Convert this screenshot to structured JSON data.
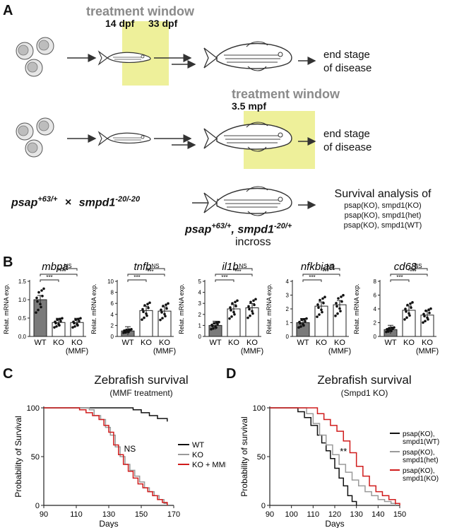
{
  "panelA": {
    "letter": "A",
    "row1": {
      "window_title": "treatment window",
      "start": "14 dpf",
      "end": "33 dpf",
      "outcome_l1": "end stage",
      "outcome_l2": "of disease"
    },
    "row2": {
      "window_title": "treatment window",
      "start": "3.5 mpf",
      "outcome_l1": "end stage",
      "outcome_l2": "of disease"
    },
    "row3": {
      "parent1": "psap",
      "parent1_sup": "+63/+",
      "cross": "×",
      "parent2": "smpd1",
      "parent2_sup": "-20/-20",
      "offspring": "psap",
      "offspring_sup": "+63/+",
      "offspring2": ", smpd1",
      "offspring2_sup": "-20/+",
      "incross": "incross",
      "survival_title": "Survival analysis of",
      "survival_items": [
        "psap(KO), smpd1(KO)",
        "psap(KO), smpd1(het)",
        "psap(KO), smpd1(WT)"
      ]
    }
  },
  "panelB": {
    "letter": "B",
    "ylabel": "Relat. mRNA exp.",
    "sig_sig": "***",
    "sig_ns": "NS",
    "categories": [
      "WT",
      "KO",
      "KO"
    ],
    "mmf_label": "(MMF)",
    "genes": [
      {
        "name": "mbpa",
        "yticks": [
          "0.0",
          "0.5",
          "1.0",
          "1.5"
        ],
        "ymax": 1.5,
        "values": [
          1.0,
          0.38,
          0.38
        ]
      },
      {
        "name": "tnfb",
        "yticks": [
          "0",
          "2",
          "4",
          "6",
          "8",
          "10"
        ],
        "ymax": 10,
        "values": [
          1.0,
          4.7,
          4.6
        ]
      },
      {
        "name": "il1b",
        "yticks": [
          "0",
          "1",
          "2",
          "3",
          "4",
          "5"
        ],
        "ymax": 5,
        "values": [
          1.0,
          2.5,
          2.6
        ]
      },
      {
        "name": "nfkbiaa",
        "yticks": [
          "0",
          "1",
          "2",
          "3",
          "4"
        ],
        "ymax": 4,
        "values": [
          1.0,
          2.2,
          2.3
        ]
      },
      {
        "name": "cd68",
        "yticks": [
          "0",
          "2",
          "4",
          "6",
          "8"
        ],
        "ymax": 8,
        "values": [
          1.0,
          3.8,
          3.1
        ]
      }
    ]
  },
  "panelC": {
    "letter": "C",
    "title": "Zebrafish survival",
    "subtitle": "(MMF treatment)",
    "ylabel": "Probability of Survival",
    "xlabel": "Days",
    "annotation": "NS",
    "legend": [
      "WT",
      "KO",
      "KO + MMF"
    ],
    "colors": {
      "WT": "#111111",
      "KO": "#9a9a9a",
      "KO + MMF": "#d01c1c"
    }
  },
  "panelD": {
    "letter": "D",
    "title": "Zebrafish survival",
    "subtitle": "(Smpd1 KO)",
    "ylabel": "Probability of survival",
    "xlabel": "Days",
    "annotation": "**",
    "legend": [
      [
        "psap(KO),",
        "smpd1(WT)"
      ],
      [
        "psap(KO),",
        "smpd1(het)"
      ],
      [
        "psap(KO),",
        "smpd1(KO)"
      ]
    ],
    "colors": {
      "WT": "#111111",
      "het": "#9a9a9a",
      "KO": "#d01c1c"
    }
  },
  "chart_data": [
    {
      "type": "bar",
      "title": "mbpa",
      "ylabel": "Relat. mRNA exp.",
      "categories": [
        "WT",
        "KO",
        "KO (MMF)"
      ],
      "values": [
        1.0,
        0.38,
        0.38
      ],
      "ylim": [
        0,
        1.5
      ]
    },
    {
      "type": "bar",
      "title": "tnfb",
      "ylabel": "Relat. mRNA exp.",
      "categories": [
        "WT",
        "KO",
        "KO (MMF)"
      ],
      "values": [
        1.0,
        4.7,
        4.6
      ],
      "ylim": [
        0,
        10
      ]
    },
    {
      "type": "bar",
      "title": "il1b",
      "ylabel": "Relat. mRNA exp.",
      "categories": [
        "WT",
        "KO",
        "KO (MMF)"
      ],
      "values": [
        1.0,
        2.5,
        2.6
      ],
      "ylim": [
        0,
        5
      ]
    },
    {
      "type": "bar",
      "title": "nfkbiaa",
      "ylabel": "Relat. mRNA exp.",
      "categories": [
        "WT",
        "KO",
        "KO (MMF)"
      ],
      "values": [
        1.0,
        2.2,
        2.3
      ],
      "ylim": [
        0,
        4
      ]
    },
    {
      "type": "bar",
      "title": "cd68",
      "ylabel": "Relat. mRNA exp.",
      "categories": [
        "WT",
        "KO",
        "KO (MMF)"
      ],
      "values": [
        1.0,
        3.8,
        3.1
      ],
      "ylim": [
        0,
        8
      ]
    },
    {
      "type": "line",
      "title": "Zebrafish survival",
      "subtitle": "(MMF treatment)",
      "xlabel": "Days",
      "ylabel": "Probability of Survival",
      "xlim": [
        90,
        170
      ],
      "ylim": [
        0,
        100
      ],
      "xticks": [
        90,
        110,
        130,
        150,
        170
      ],
      "yticks": [
        0,
        50,
        100
      ],
      "series": [
        {
          "name": "WT",
          "x": [
            90,
            145,
            150,
            155,
            160,
            166
          ],
          "y": [
            100,
            98,
            95,
            92,
            89,
            86
          ]
        },
        {
          "name": "KO",
          "x": [
            90,
            118,
            121,
            125,
            128,
            131,
            134,
            137,
            140,
            143,
            146,
            149,
            152,
            155,
            158,
            161,
            164,
            166
          ],
          "y": [
            100,
            98,
            92,
            88,
            80,
            72,
            60,
            50,
            42,
            36,
            30,
            24,
            18,
            14,
            10,
            6,
            2,
            0
          ]
        },
        {
          "name": "KO + MMF",
          "x": [
            90,
            112,
            116,
            120,
            124,
            127,
            130,
            133,
            136,
            139,
            142,
            145,
            148,
            151,
            154,
            157,
            160,
            163,
            166
          ],
          "y": [
            100,
            98,
            95,
            92,
            88,
            82,
            75,
            62,
            52,
            42,
            35,
            28,
            22,
            18,
            14,
            10,
            6,
            3,
            0
          ]
        }
      ]
    },
    {
      "type": "line",
      "title": "Zebrafish survival",
      "subtitle": "(Smpd1 KO)",
      "xlabel": "Days",
      "ylabel": "Probability of survival",
      "xlim": [
        90,
        150
      ],
      "ylim": [
        0,
        100
      ],
      "xticks": [
        90,
        100,
        110,
        120,
        130,
        140,
        150
      ],
      "yticks": [
        0,
        50,
        100
      ],
      "series": [
        {
          "name": "psap(KO), smpd1(WT)",
          "x": [
            90,
            100,
            103,
            106,
            109,
            112,
            114,
            116,
            118,
            120,
            122,
            124,
            126,
            128,
            130
          ],
          "y": [
            100,
            100,
            96,
            90,
            82,
            72,
            64,
            56,
            48,
            38,
            28,
            20,
            10,
            4,
            0
          ]
        },
        {
          "name": "psap(KO), smpd1(het)",
          "x": [
            90,
            104,
            107,
            110,
            113,
            116,
            119,
            122,
            125,
            128,
            131,
            134,
            137,
            140,
            143,
            146,
            148
          ],
          "y": [
            100,
            100,
            94,
            84,
            72,
            62,
            52,
            42,
            34,
            26,
            20,
            14,
            10,
            6,
            4,
            2,
            0
          ]
        },
        {
          "name": "psap(KO), smpd1(KO)",
          "x": [
            90,
            108,
            112,
            115,
            118,
            121,
            124,
            127,
            130,
            133,
            136,
            139,
            142,
            145,
            148,
            150
          ],
          "y": [
            100,
            100,
            94,
            88,
            82,
            76,
            66,
            54,
            40,
            30,
            20,
            14,
            10,
            6,
            2,
            0
          ]
        }
      ]
    }
  ]
}
